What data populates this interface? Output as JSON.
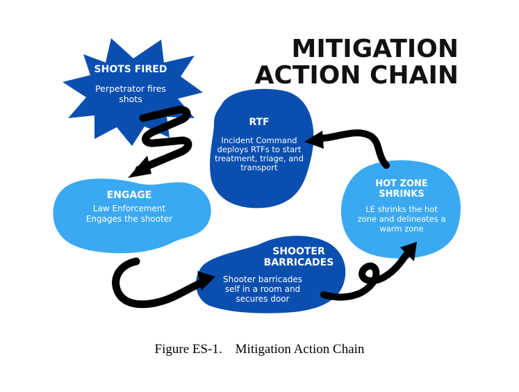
{
  "title": {
    "line1": "MITIGATION",
    "line2": "ACTION CHAIN"
  },
  "nodes": {
    "shots_fired": {
      "title": "SHOTS FIRED",
      "body": [
        "Perpetrator fires",
        "shots"
      ]
    },
    "rtf": {
      "title": "RTF",
      "body": [
        "Incident Command",
        "deploys RTFs to start",
        "treatment, triage, and",
        "transport"
      ]
    },
    "engage": {
      "title": "ENGAGE",
      "body": [
        "Law Enforcement",
        "Engages the shooter"
      ]
    },
    "hot_zone": {
      "title": [
        "HOT ZONE",
        "SHRINKS"
      ],
      "body": [
        "LE shrinks the hot",
        "zone and delineates a",
        "warm zone"
      ]
    },
    "barricades": {
      "title": [
        "SHOOTER",
        "BARRICADES"
      ],
      "body": [
        "Shooter barricades",
        "self in a room and",
        "secures door"
      ]
    }
  },
  "caption": "Figure ES-1.    Mitigation Action Chain",
  "colors": {
    "dark_blue": "#0a4fb0",
    "light_blue": "#3aa9f2",
    "arrow": "#000000",
    "title_text": "#111111"
  }
}
